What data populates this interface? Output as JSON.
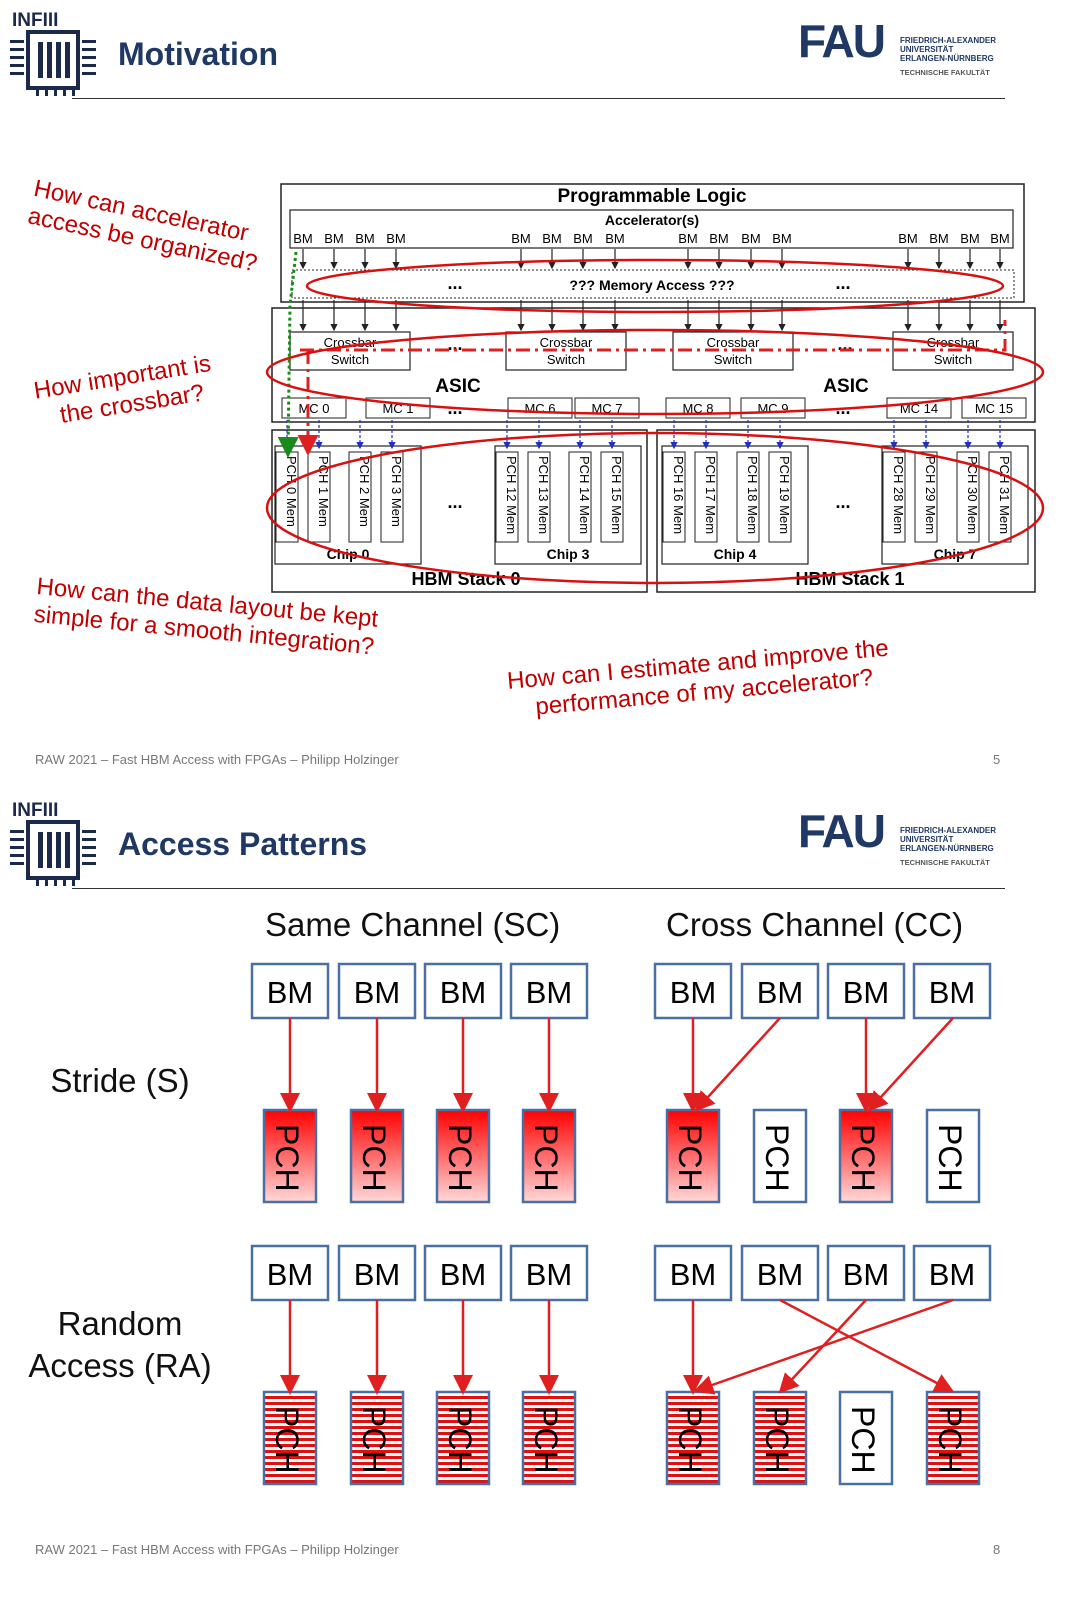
{
  "header": {
    "logo_text": "INFIII",
    "fau_logo": "FAU",
    "fau_lines": [
      "FRIEDRICH-ALEXANDER",
      "UNIVERSITÄT",
      "ERLANGEN-NÜRNBERG"
    ],
    "fau_faculty": "TECHNISCHE FAKULTÄT"
  },
  "slide1": {
    "title": "Motivation",
    "diagram": {
      "programmable_logic": "Programmable Logic",
      "accelerators": "Accelerator(s)",
      "bm": "BM",
      "memory_access": "??? Memory Access ???",
      "ellipsis": "...",
      "crossbar": "Crossbar",
      "switch": "Switch",
      "asic": "ASIC",
      "mcs": [
        "MC 0",
        "MC 1",
        "MC 6",
        "MC 7",
        "MC 8",
        "MC 9",
        "MC 14",
        "MC 15"
      ],
      "pchs": [
        "PCH 0 Mem",
        "PCH 1 Mem",
        "PCH 2 Mem",
        "PCH 3 Mem",
        "PCH 12 Mem",
        "PCH 13 Mem",
        "PCH 14 Mem",
        "PCH 15 Mem",
        "PCH 16 Mem",
        "PCH 17 Mem",
        "PCH 18 Mem",
        "PCH 19 Mem",
        "PCH 28 Mem",
        "PCH 29 Mem",
        "PCH 30 Mem",
        "PCH 31 Mem"
      ],
      "chips": [
        "Chip 0",
        "Chip 3",
        "Chip 4",
        "Chip 7"
      ],
      "stacks": [
        "HBM Stack 0",
        "HBM Stack 1"
      ]
    },
    "questions": {
      "q1_line1": "How can accelerator",
      "q1_line2": "access be organized?",
      "q2_line1": "How important is",
      "q2_line2": "the crossbar?",
      "q3_line1": "How can the data layout be kept",
      "q3_line2": "simple for a smooth integration?",
      "q4_line1": "How can I estimate and improve the",
      "q4_line2": "performance of my accelerator?"
    },
    "footer": "RAW 2021 – Fast HBM Access with FPGAs – Philipp Holzinger",
    "page": "5"
  },
  "slide2": {
    "title": "Access Patterns",
    "col_sc": "Same Channel (SC)",
    "col_cc": "Cross Channel (CC)",
    "row_stride": "Stride (S)",
    "row_ra_line1": "Random",
    "row_ra_line2": "Access (RA)",
    "bm": "BM",
    "pch": "PCH",
    "colors": {
      "accent_red": "#e02020",
      "box_blue": "#4a6fa5"
    },
    "footer": "RAW 2021 – Fast HBM Access with FPGAs – Philipp Holzinger",
    "page": "8"
  }
}
